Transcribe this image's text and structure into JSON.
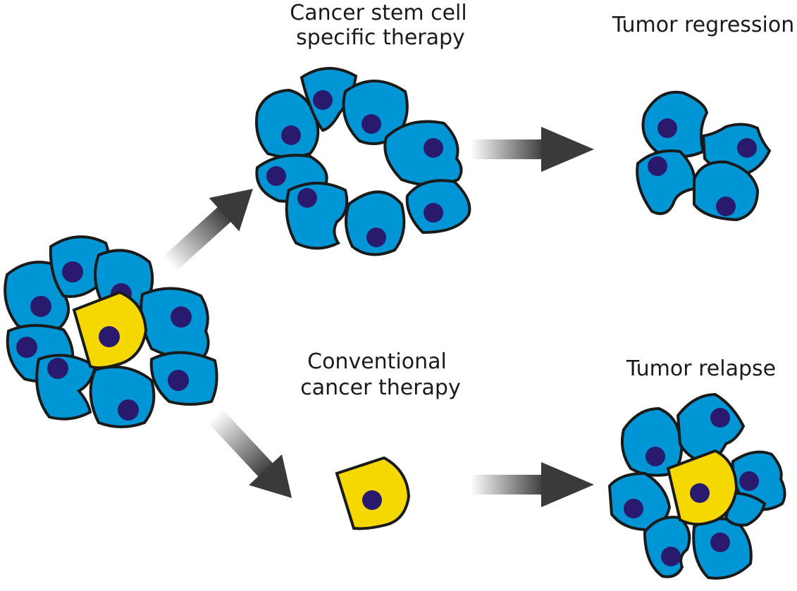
{
  "labels": {
    "csc_therapy_line1": "Cancer stem cell",
    "csc_therapy_line2": "specific therapy",
    "tumor_regression": "Tumor regression",
    "conventional_line1": "Conventional",
    "conventional_line2": "cancer therapy",
    "tumor_relapse": "Tumor relapse"
  },
  "colors": {
    "cancer_cell": "#0096d6",
    "stem_cell": "#f5d800",
    "nucleus": "#2a1a6e",
    "outline": "#1a1a1a",
    "arrow_dark": "#3a3a3a"
  }
}
